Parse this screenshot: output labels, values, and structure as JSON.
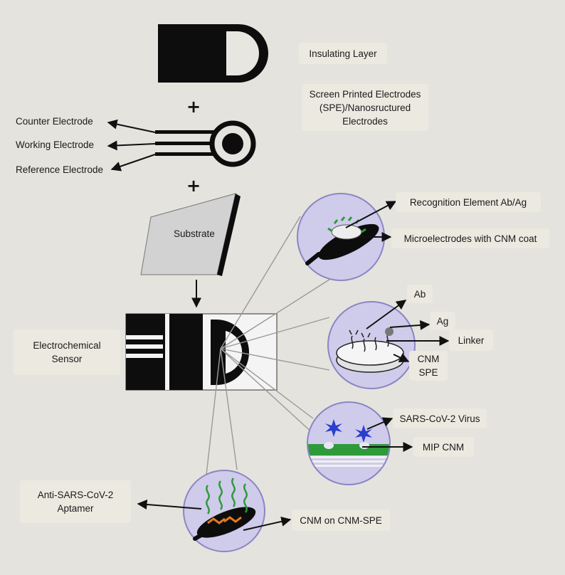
{
  "insulating_layer": "Insulating Layer",
  "spe": [
    "Screen Printed Electrodes",
    "(SPE)/Nanosructured",
    "Electrodes"
  ],
  "electrodes": {
    "counter": "Counter Electrode",
    "working": "Working Electrode",
    "reference": "Reference Electrode"
  },
  "plus": "+",
  "substrate": "Substrate",
  "sensor": [
    "Electrochemical",
    "Sensor"
  ],
  "immunosensor": {
    "recognition": "Recognition Element  Ab/Ag",
    "microelectrodes": "Microelectrodes with CNM coat"
  },
  "antibody_panel": {
    "ab": "Ab",
    "ag": "Ag",
    "linker": "Linker",
    "cnm": "CNM",
    "spe": "SPE"
  },
  "mip_panel": {
    "virus": "SARS-CoV-2 Virus",
    "mip": "MIP CNM"
  },
  "aptamer_panel": {
    "aptamer": [
      "Anti-SARS-CoV-2",
      "Aptamer"
    ],
    "cnm_spe": "CNM on CNM-SPE"
  },
  "colors": {
    "background": "#e5e3dd",
    "circle_fill": "#cfcbea",
    "circle_stroke": "#8a86c4",
    "black": "#0d0d0d",
    "green": "#2e9a3a",
    "virus_blue": "#2a3fcf"
  }
}
